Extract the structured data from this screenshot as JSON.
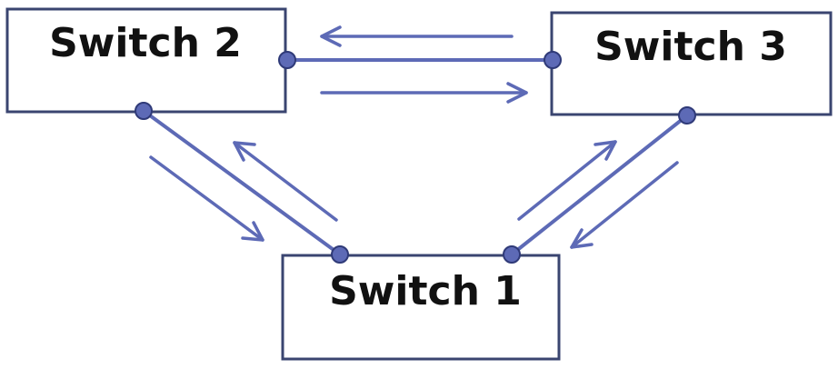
{
  "switches": {
    "switch2": {
      "label": "Switch 2"
    },
    "switch3": {
      "label": "Switch 3"
    },
    "switch1": {
      "label": "Switch 1"
    }
  },
  "colors": {
    "link": "#5d6ab6",
    "box_border": "#3a4570",
    "text": "#111111",
    "background": "#ffffff"
  }
}
